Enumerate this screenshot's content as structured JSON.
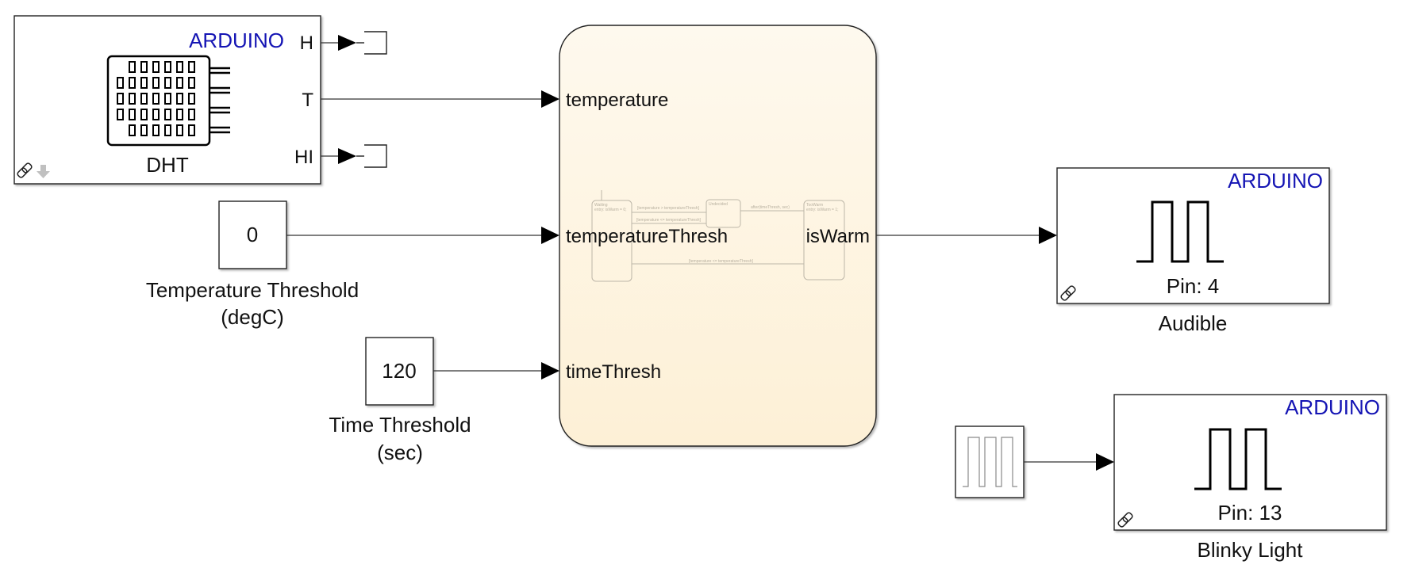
{
  "blocks": {
    "dht": {
      "brand": "ARDUINO",
      "name": "DHT",
      "ports": {
        "h": "H",
        "t": "T",
        "hi": "HI"
      }
    },
    "temp_threshold": {
      "value": "0",
      "label_line1": "Temperature Threshold",
      "label_line2": "(degC)"
    },
    "time_threshold": {
      "value": "120",
      "label_line1": "Time Threshold",
      "label_line2": "(sec)"
    },
    "chart": {
      "ports": {
        "temperature": "temperature",
        "temperature_thresh": "temperatureThresh",
        "time_thresh": "timeThresh",
        "is_warm": "isWarm"
      },
      "thumbnail": {
        "state1_title": "Waiting",
        "state1_entry": "entry: isWarm = 0;",
        "state2_title": "Undecided",
        "state3_title": "TooWarm",
        "state3_entry": "entry: isWarm = 1;",
        "t1": "[temperature > temperatureThresh]",
        "t2": "[temperature <= temperatureThresh]",
        "t3": "after(timeThresh, sec)",
        "t4": "[temperature <= temperatureThresh]"
      }
    },
    "audible": {
      "brand": "ARDUINO",
      "pin": "Pin: 4",
      "label": "Audible"
    },
    "blinky": {
      "brand": "ARDUINO",
      "pin": "Pin: 13",
      "label": "Blinky Light"
    }
  },
  "colors": {
    "brand": "#1414b4",
    "chart_fill_top": "#fef9ee",
    "chart_fill_bottom": "#fdf0d6"
  }
}
